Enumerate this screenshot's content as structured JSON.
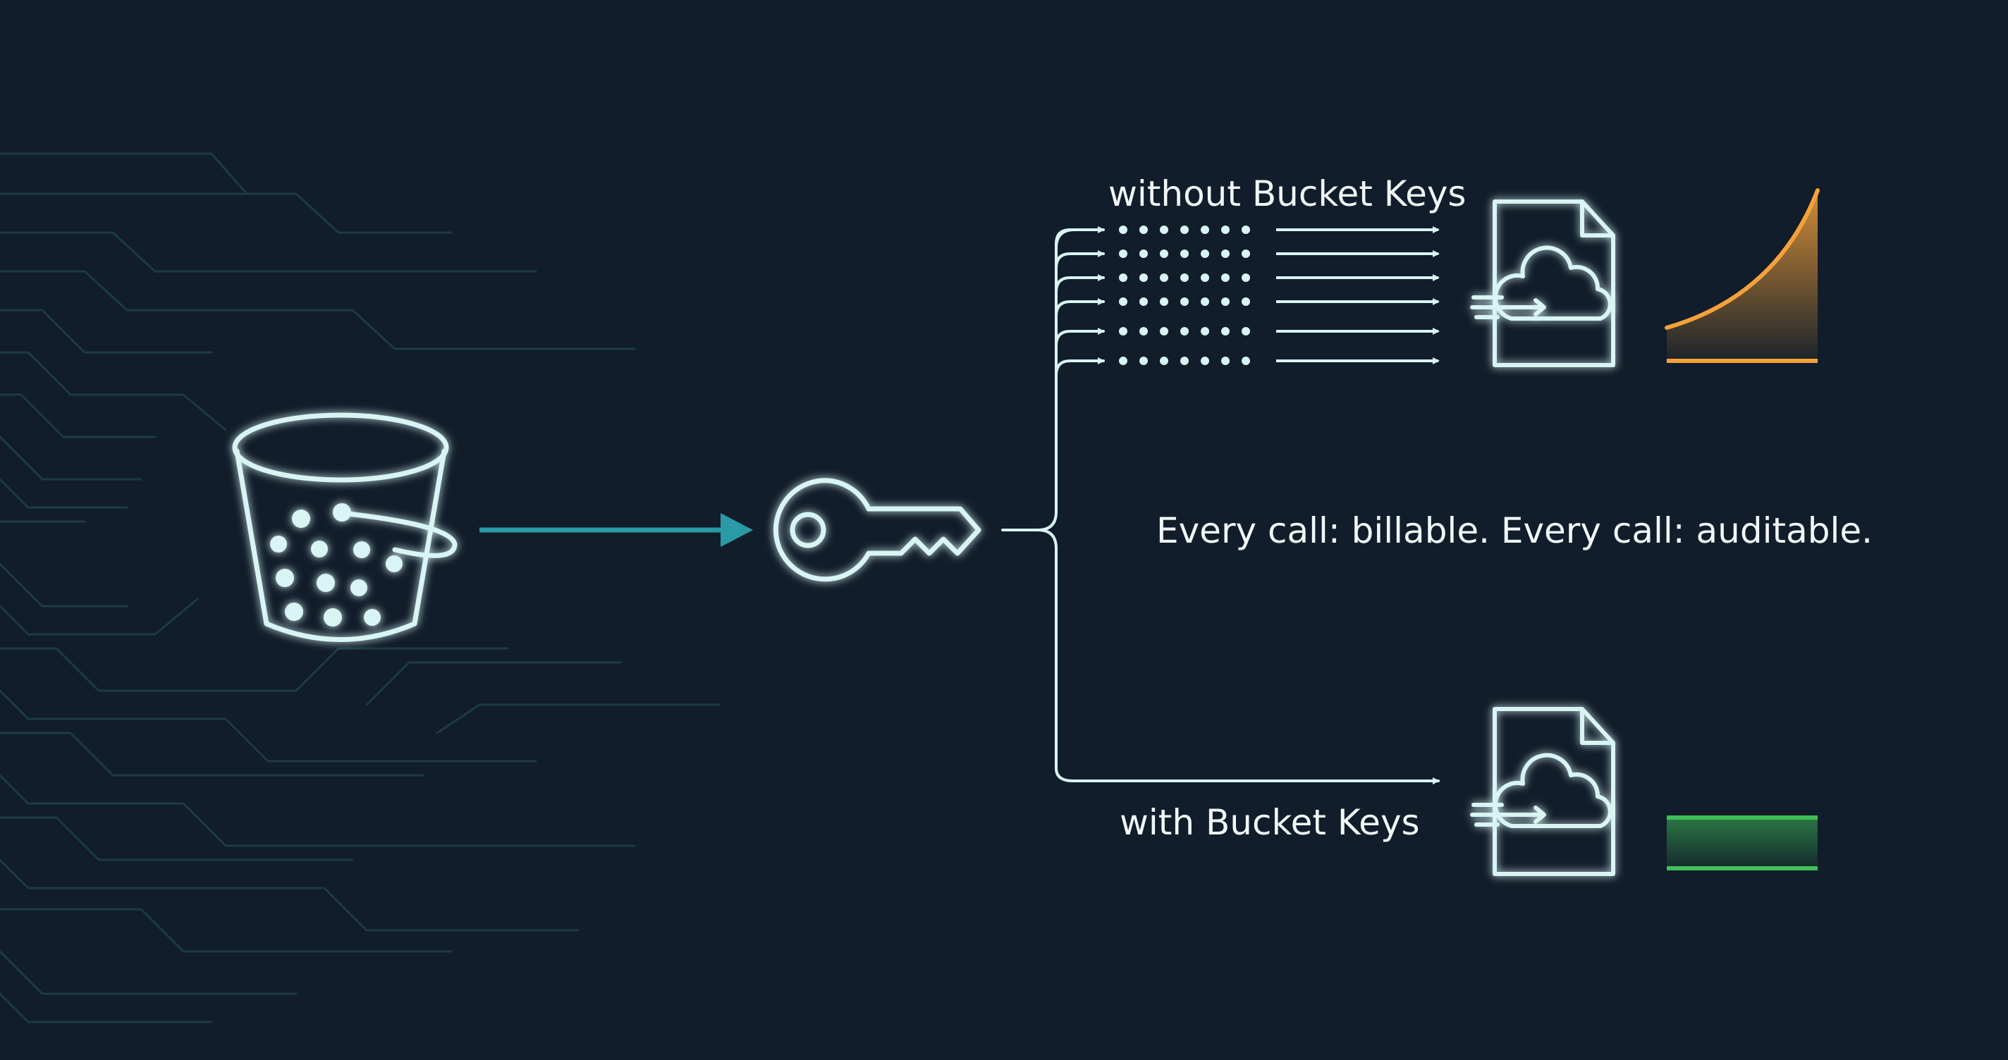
{
  "labels": {
    "without_bucket_keys": "without Bucket Keys",
    "with_bucket_keys": "with Bucket Keys",
    "note": "Every call: billable. Every call: auditable."
  },
  "icons": {
    "bucket": "s3-bucket-icon",
    "key": "key-icon",
    "kms_top": "cloud-document-icon",
    "kms_bottom": "cloud-document-icon",
    "cost_rising": "rising-cost-curve-icon",
    "cost_flat": "flat-cost-bar-icon"
  },
  "colors": {
    "background": "#111d2a",
    "circuit": "#1d3a44",
    "outline": "#d8f4f4",
    "glow": "#5fd3d6",
    "arrow_teal": "#2a9aa6",
    "orange": "#f5a13a",
    "green": "#3fbf57",
    "text": "#f1f6f8"
  }
}
